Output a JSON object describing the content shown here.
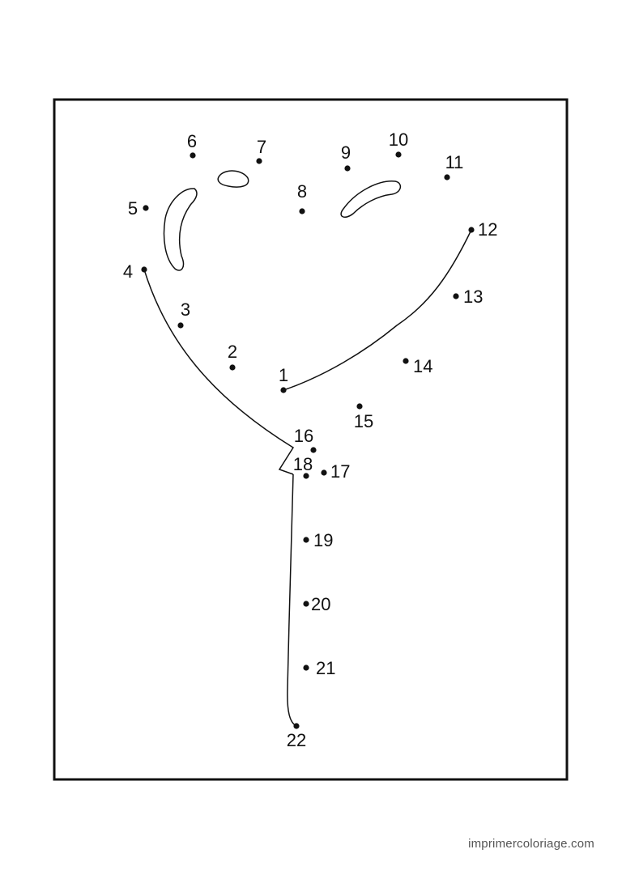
{
  "colors": {
    "ink": "#111111",
    "background": "#ffffff",
    "watermark": "#555555"
  },
  "worksheet": {
    "dots": [
      {
        "label": "1"
      },
      {
        "label": "2"
      },
      {
        "label": "3"
      },
      {
        "label": "4"
      },
      {
        "label": "5"
      },
      {
        "label": "6"
      },
      {
        "label": "7"
      },
      {
        "label": "8"
      },
      {
        "label": "9"
      },
      {
        "label": "10"
      },
      {
        "label": "11"
      },
      {
        "label": "12"
      },
      {
        "label": "13"
      },
      {
        "label": "14"
      },
      {
        "label": "15"
      },
      {
        "label": "16"
      },
      {
        "label": "17"
      },
      {
        "label": "18"
      },
      {
        "label": "19"
      },
      {
        "label": "20"
      },
      {
        "label": "21"
      },
      {
        "label": "22"
      }
    ]
  },
  "footer": {
    "watermark": "imprimercoloriage.com"
  }
}
